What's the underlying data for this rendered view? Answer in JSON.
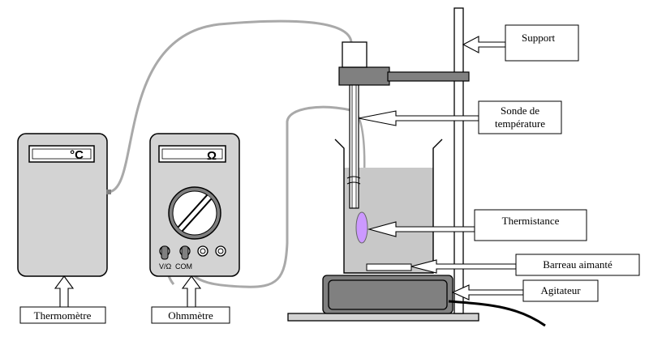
{
  "labels": {
    "support": "Support",
    "sonde_line1": "Sonde de",
    "sonde_line2": "température",
    "thermistance": "Thermistance",
    "barreau": "Barreau aimanté",
    "agitateur": "Agitateur",
    "thermometre": "Thermomètre",
    "ohmmetre": "Ohmmètre"
  },
  "displays": {
    "thermometer_unit": "°C",
    "ohmmeter_unit": "Ω"
  },
  "jacks": {
    "v_ohm": "V/Ω",
    "com": "COM"
  },
  "colors": {
    "device_fill": "#d3d3d3",
    "dark_gray": "#808080",
    "water": "#c8c8c8",
    "thermistor": "#cc99ff",
    "wire": "#a9a9a9",
    "outline": "#000000"
  },
  "icons": [
    "selector-knob-icon",
    "hollow-arrow-icon"
  ]
}
